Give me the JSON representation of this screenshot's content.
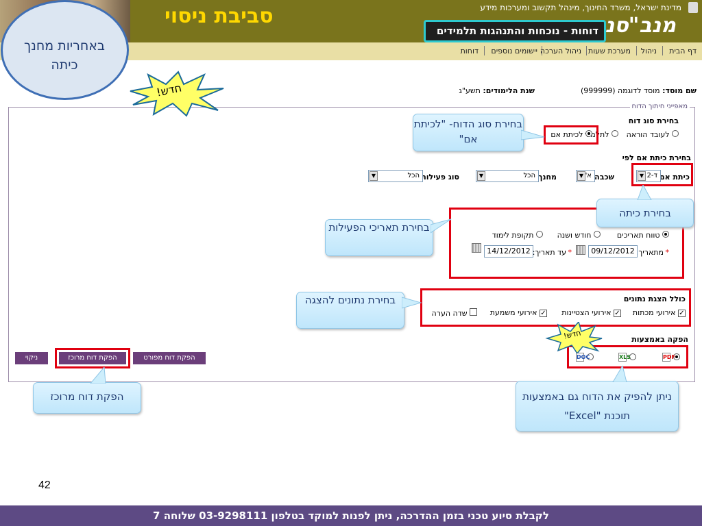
{
  "header": {
    "ministry": "מדינת ישראל, משרד החינוך, מינהל תקשוב ומערכות מידע",
    "logo": "מנב\"סנ",
    "env_title": "סביבת ניסוי",
    "report_title": "דוחות - נוכחות והתנהגות תלמידים"
  },
  "nav": {
    "items": [
      "דף הבית",
      "ניהול",
      "מערכת שעות",
      "ניהול הערכה",
      "יישומים נוספים",
      "דוחות"
    ]
  },
  "info": {
    "school_label": "שם מוסד:",
    "school_value": "מוסד לדוגמה (999999)",
    "year_label": "שנת הלימודים:",
    "year_value": "תשע\"ג"
  },
  "form": {
    "section_legend": "מאפייני חיתוך הדוח",
    "report_type_title": "בחירת סוג דוח",
    "report_type_options": [
      "לעובד הוראה",
      "לתלמיד",
      "לכיתת אם"
    ],
    "class_by_title": "בחירת כיתת אם לפי",
    "class_label": "כיתת אם:",
    "class_value": "ד-2",
    "layer_label": "שכבה:",
    "layer_value": "א'",
    "educator_label": "מחנך:",
    "educator_value": "הכל",
    "activity_label": "סוג פעילות:",
    "activity_value": "הכל",
    "date_options": [
      "טווח תאריכים",
      "חודש ושנה",
      "תקופת לימוד"
    ],
    "from_label": "מתאריך:",
    "from_value": "09/12/2012",
    "to_label": "עד תאריך:",
    "to_value": "14/12/2012",
    "required_mark": "*",
    "include_title": "כולל הצגת נתונים",
    "include_options": [
      "אירועי מכתות",
      "אירועי הצטיינות",
      "אירועי משמעת",
      "שדה הערה"
    ],
    "output_title": "הפקה באמצעות",
    "output_icons": [
      "PDF",
      "XLS",
      "DOC"
    ]
  },
  "buttons": {
    "detailed": "הפקת דוח מפורט",
    "summary": "הפקת דוח מרוכז",
    "clear": "ניקוי"
  },
  "annotations": {
    "responsibility": "באחריות מחנך כיתה",
    "new_badge": "חדש!",
    "report_type": "בחירת סוג הדוח- \"לכיתת אם\"",
    "class_select": "בחירת כיתה",
    "dates": "בחירת תאריכי הפעילות",
    "data_display": "בחירת נתונים להצגה",
    "summary_report": "הפקת דוח מרוכז",
    "excel": "ניתן להפיק את הדוח גם באמצעות תוכנת \"Excel\""
  },
  "slide": {
    "page_number": "42",
    "footer": "לקבלת סיוע טכני בזמן ההדרכה, ניתן לפנות למוקד בטלפון 03-9298111 שלוחה 7"
  },
  "colors": {
    "header_olive": "#7a741c",
    "title_yellow": "#ffd800",
    "nav_bg": "#e9dfa5",
    "highlight_red": "#e00010",
    "button_purple": "#6b3e7a",
    "footer_bg": "#5d4a84",
    "callout_bg": "#cdeefc"
  }
}
